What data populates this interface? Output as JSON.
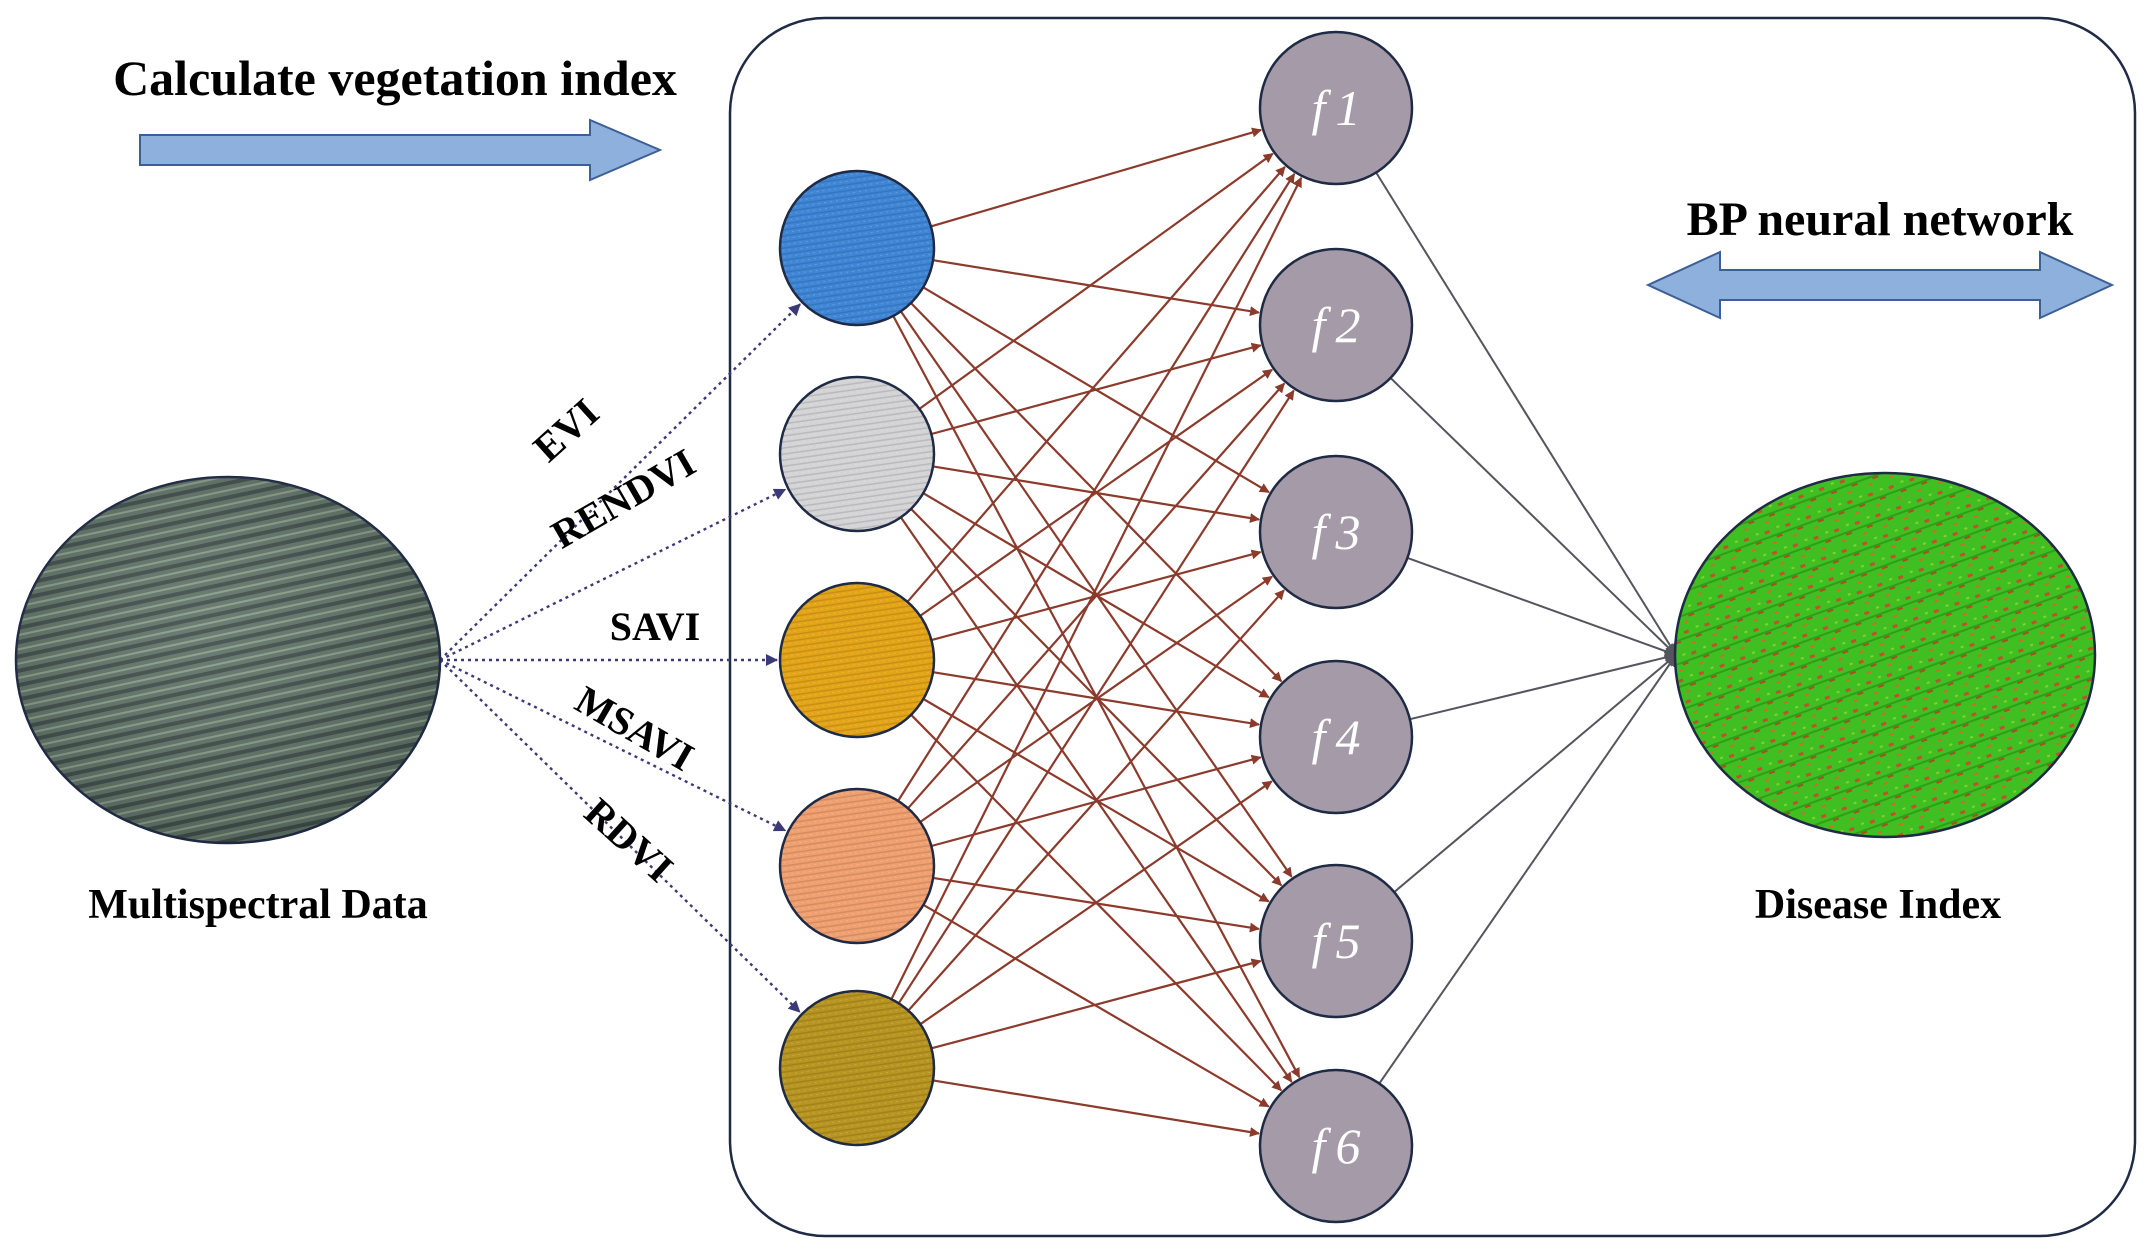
{
  "header": {
    "title": "Calculate vegetation index"
  },
  "network_label": "BP neural network",
  "input": {
    "label": "Multispectral Data"
  },
  "output": {
    "label": "Disease Index"
  },
  "indices": [
    {
      "name": "EVI",
      "color": "#3f86d6"
    },
    {
      "name": "RENDVI",
      "color": "#d4d4d6"
    },
    {
      "name": "SAVI",
      "color": "#e3a418"
    },
    {
      "name": "MSAVI",
      "color": "#f0a070"
    },
    {
      "name": "RDVI",
      "color": "#b89420"
    }
  ],
  "hidden_nodes": [
    {
      "f": "f",
      "n": "1"
    },
    {
      "f": "f",
      "n": "2"
    },
    {
      "f": "f",
      "n": "3"
    },
    {
      "f": "f",
      "n": "4"
    },
    {
      "f": "f",
      "n": "5"
    },
    {
      "f": "f",
      "n": "6"
    }
  ],
  "colors": {
    "arrow_fill": "#8eb0dc",
    "arrow_stroke": "#3d5f96",
    "connection": "#8b3a2b",
    "output_connection": "#55555f",
    "dotted_line": "#3a3a78",
    "hidden_node_fill": "#a49aa8",
    "node_stroke": "#1f2a44",
    "frame_stroke": "#1f2a44",
    "field_rgb": "#5f7368",
    "disease_green": "#3fbf22",
    "disease_red": "#c0512c"
  }
}
